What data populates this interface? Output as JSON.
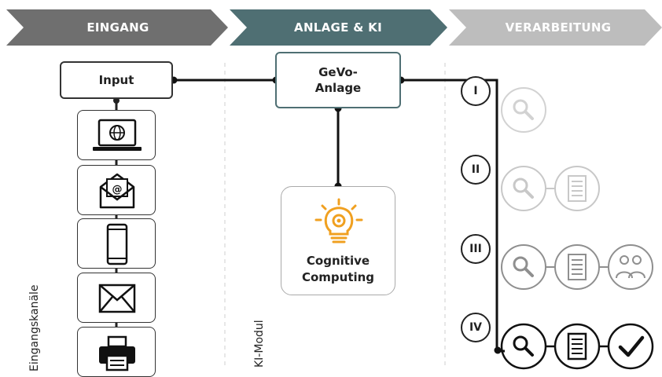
{
  "header": {
    "stage1": "EINGANG",
    "stage2": "ANLAGE & KI",
    "stage3": "VERARBEITUNG"
  },
  "colors": {
    "stage1": "#6f6f6f",
    "stage2": "#4f6f73",
    "stage3": "#bdbdbd",
    "bulb": "#f0a020"
  },
  "input_box": {
    "label": "Input"
  },
  "gevo_box": {
    "line1": "GeVo-",
    "line2": "Anlage"
  },
  "ki_box": {
    "line1": "Cognitive",
    "line2": "Computing"
  },
  "side_labels": {
    "left": "Eingangskanäle",
    "middle": "KI-Modul"
  },
  "channels": [
    "laptop-globe-icon",
    "email-envelope-icon",
    "smartphone-icon",
    "letter-icon",
    "fax-printer-icon"
  ],
  "steps": [
    {
      "numeral": "I",
      "icons": [
        "search-icon"
      ],
      "shade": "#cccccc"
    },
    {
      "numeral": "II",
      "icons": [
        "search-icon",
        "document-list-icon"
      ],
      "shade": "#c4c4c4"
    },
    {
      "numeral": "III",
      "icons": [
        "search-icon",
        "document-list-icon",
        "people-icon"
      ],
      "shade": "#8f8f8f"
    },
    {
      "numeral": "IV",
      "icons": [
        "search-icon",
        "document-list-icon",
        "checkmark-icon"
      ],
      "shade": "#1a1a1a"
    }
  ]
}
